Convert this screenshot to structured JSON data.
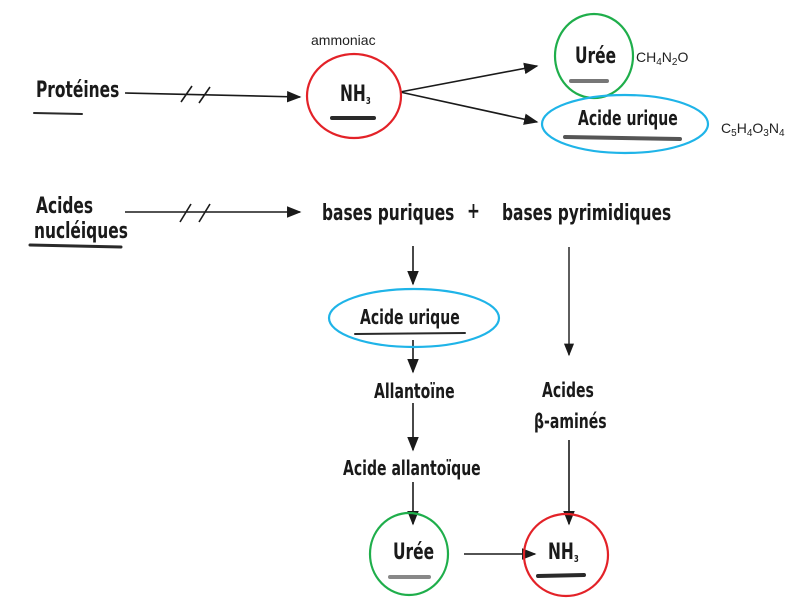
{
  "labels": {
    "proteines": "Protéines",
    "ammoniac": "ammoniac",
    "nh3": "NH",
    "nh3_sub": "3",
    "uree": "Urée",
    "acide_urique": "Acide urique",
    "acides_nucleiques_l1": "Acides",
    "acides_nucleiques_l2": "nucléiques",
    "bases_puriques": "bases puriques",
    "plus": "+",
    "bases_pyrimidiques": "bases pyrimidiques",
    "allantoine": "Allantoïne",
    "acide_allantoique": "Acide allantoïque",
    "acides_amines_l1": "Acides",
    "acides_amines_l2": "β-aminés"
  },
  "formulas": {
    "uree": {
      "c": "CH",
      "c_sub": "4",
      "n": "N",
      "n_sub": "2",
      "o": "O"
    },
    "acide_urique": {
      "c": "C",
      "c_sub": "5",
      "h": "H",
      "h_sub": "4",
      "o": "O",
      "o_sub": "3",
      "n": "N",
      "n_sub": "4"
    }
  },
  "colors": {
    "red_circle": "#e32228",
    "green_circle": "#1fae4b",
    "blue_circle": "#1fb4e8",
    "ink": "#1a1a1a"
  }
}
